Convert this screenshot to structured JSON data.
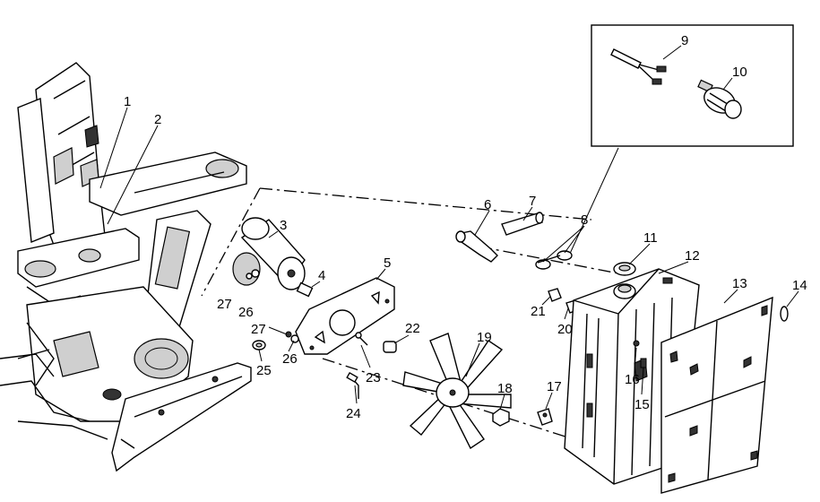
{
  "parts": [
    {
      "num": "1"
    },
    {
      "num": "2"
    },
    {
      "num": "3"
    },
    {
      "num": "4"
    },
    {
      "num": "5"
    },
    {
      "num": "6"
    },
    {
      "num": "7"
    },
    {
      "num": "8"
    },
    {
      "num": "9"
    },
    {
      "num": "10"
    },
    {
      "num": "11"
    },
    {
      "num": "12"
    },
    {
      "num": "13"
    },
    {
      "num": "14"
    },
    {
      "num": "15"
    },
    {
      "num": "16"
    },
    {
      "num": "17"
    },
    {
      "num": "18"
    },
    {
      "num": "19"
    },
    {
      "num": "20"
    },
    {
      "num": "21"
    },
    {
      "num": "22"
    },
    {
      "num": "23"
    },
    {
      "num": "24"
    },
    {
      "num": "25"
    },
    {
      "num": "26"
    },
    {
      "num": "26b",
      "label": "26"
    },
    {
      "num": "27"
    },
    {
      "num": "27b",
      "label": "27"
    }
  ],
  "colors": {
    "ink": "#000000",
    "background": "#ffffff",
    "shade": "#cfcfcf"
  }
}
